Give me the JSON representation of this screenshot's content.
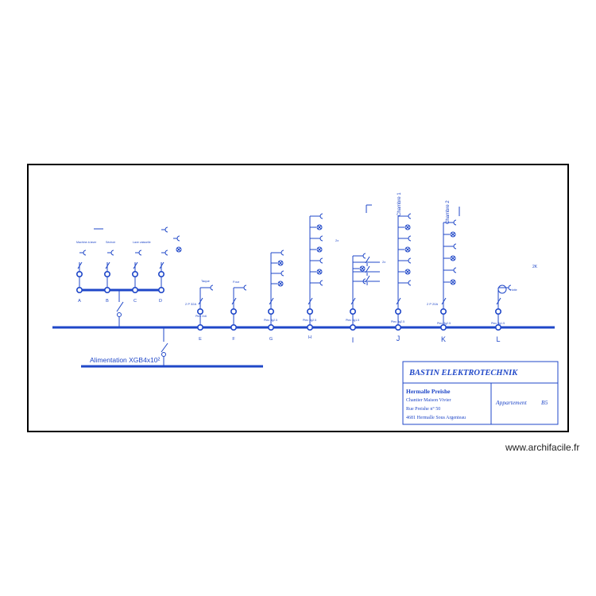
{
  "colors": {
    "ink": "#1f47c8",
    "frame": "#000000",
    "background": "#ffffff"
  },
  "supply": {
    "label": "Alimentation XGB4x10²"
  },
  "circuit_letters": [
    "A",
    "B",
    "C",
    "D",
    "E",
    "F",
    "G",
    "H",
    "I",
    "J",
    "K",
    "L"
  ],
  "circuit_labels": {
    "A": "Machine à laver",
    "B": "Séchoir",
    "C": "Lave vaisselle",
    "E": "Taque",
    "F": "Four",
    "H_top": "2x",
    "I_top": "2x",
    "J": "Chambre 1",
    "K": "Chambre 2",
    "L": "Hotte"
  },
  "breakers": {
    "E": "2 P 32A",
    "K": "2 P 20A"
  },
  "cable_labels": {
    "E": "Ptec 2x6",
    "G": "Ptec 3g2.5",
    "H": "Ptec 3g2.5",
    "I": "Ptec 3g1.5",
    "J": "Ptec 3g2.5",
    "K": "Ptec 3g2.5",
    "L": "Ptec 3g1.5"
  },
  "misc_labels": {
    "side_mark": "2K"
  },
  "title_block": {
    "company": "BASTIN ELEKTROTECHNIK",
    "client": "Hermalle Preishe",
    "project": "Chantier Maison Vivier",
    "street": "Rue Preishe n° 50",
    "city": "4681 Hermalle Sous Argenteau",
    "unit_label": "Appartement",
    "unit_number": "B5"
  },
  "watermark": "www.archifacile.fr"
}
